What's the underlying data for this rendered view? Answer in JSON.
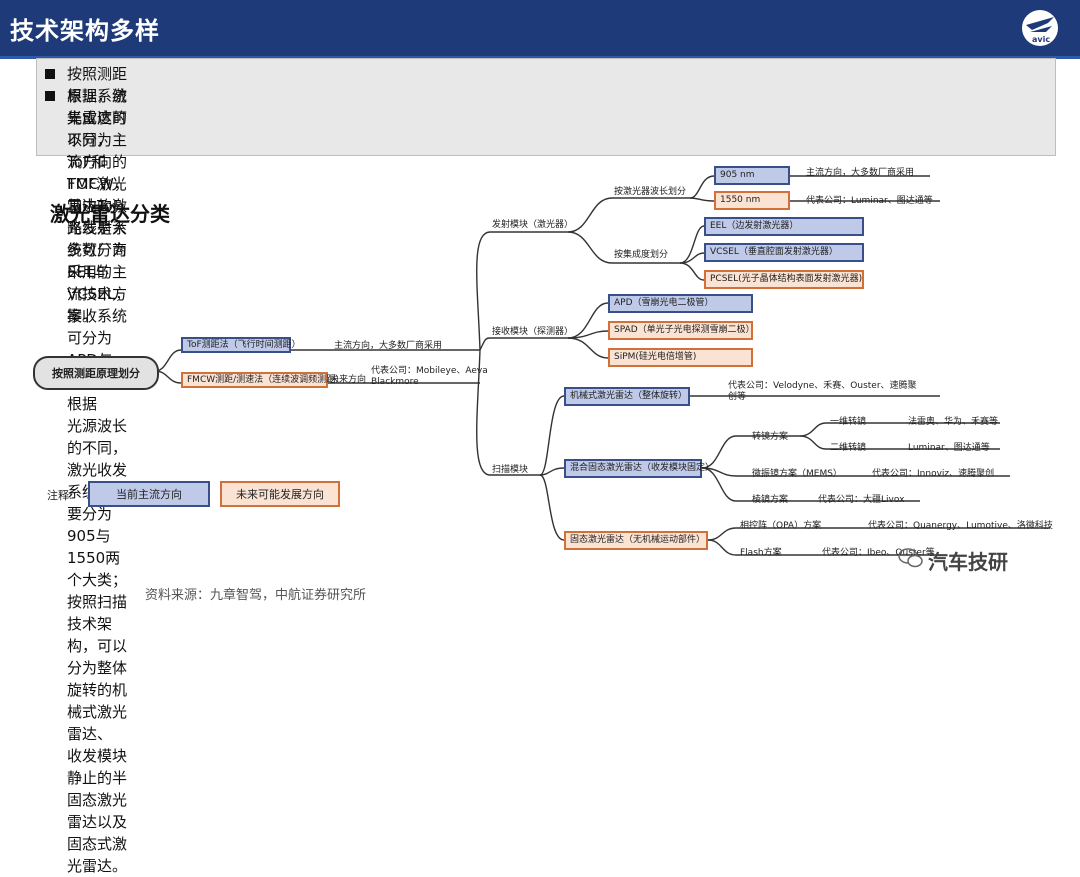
{
  "header": {
    "title": "技术架构多样",
    "logo_text": "avic",
    "background_color": "#1f3a78"
  },
  "summary": {
    "bullets": [
      "按照测距原理，激光雷达可以分为ToF和FMCW，其中ToF路线是大多数厂商采用的主流技术方案。",
      "根据系统集成度的不同，主流方向的TOF激光雷达的激光发射系统可分为EEL与VCSEL，接收系统可分为APD与SPAD；根据\n光源波长的不同，激光收发系统则主要分为905与1550两个大类；按照扫描技术架构，可以分为整体旋转的机械式激光雷达、\n收发模块静止的半固态激光雷达以及固态式激光雷达。"
    ]
  },
  "section_title": "激光雷达分类",
  "mindmap": {
    "root": "按照测距原理划分",
    "tof": {
      "box": "ToF测距法（飞行时间测距）",
      "note": "主流方向，大多数厂商采用"
    },
    "fmcw": {
      "box": "FMCW测距/测速法（连续波调频测距）",
      "note_title": "未来方向",
      "note_line1": "代表公司：Mobileye、Aeva",
      "note_line2": "Blackmore"
    },
    "transmit": {
      "label": "发射模块（激光器）",
      "wavelength": {
        "label": "按激光器波长划分",
        "nm905": "905 nm",
        "nm905_note": "主流方向，大多数厂商采用",
        "nm1550": "1550 nm",
        "nm1550_note": "代表公司：Luminar、图达通等"
      },
      "integration": {
        "label": "按集成度划分",
        "eel": "EEL（边发射激光器）",
        "vcsel": "VCSEL（垂直腔面发射激光器）",
        "pcsel": "PCSEL(光子晶体结构表面发射激光器)"
      }
    },
    "receive": {
      "label": "接收模块（探测器）",
      "apd": "APD（雪崩光电二极管）",
      "spad": "SPAD（单光子光电探测雪崩二极）",
      "sipm": "SiPM(硅光电倍增管)"
    },
    "scan": {
      "label": "扫描模块",
      "mechanical": {
        "box": "机械式激光雷达（整体旋转）",
        "note_line1": "代表公司：Velodyne、禾赛、Ouster、速腾聚",
        "note_line2": "创等"
      },
      "hybrid": {
        "box": "混合固态激光雷达（收发模块固定）",
        "rotating_mirror": "转镜方案",
        "one_dim": "一维转镜",
        "one_dim_note": "法雷奥、华为、禾赛等",
        "two_dim": "二维转镜",
        "two_dim_note": "Luminar、图达通等",
        "mems": "微振镜方案（MEMS）",
        "mems_note": "代表公司：Innoviz、速腾聚创",
        "prism": "棱镜方案",
        "prism_note": "代表公司：大疆Livox"
      },
      "solid": {
        "box": "固态激光雷达（无机械运动部件）",
        "opa": "相控阵（OPA）方案",
        "opa_note": "代表公司：Quanergy、Lumotive、洛微科技",
        "flash": "Flash方案",
        "flash_note": "代表公司：Ibeo、Ouster等"
      }
    }
  },
  "legend": {
    "label": "注释:",
    "current": "当前主流方向",
    "future": "未来可能发展方向"
  },
  "colors": {
    "mainstream_fill": "#bfcae8",
    "mainstream_border": "#3a4f8a",
    "future_fill": "#fbe3d4",
    "future_border": "#d2703a"
  },
  "source": "资料来源：九章智驾，中航证券研究所",
  "watermark": "汽车技研"
}
